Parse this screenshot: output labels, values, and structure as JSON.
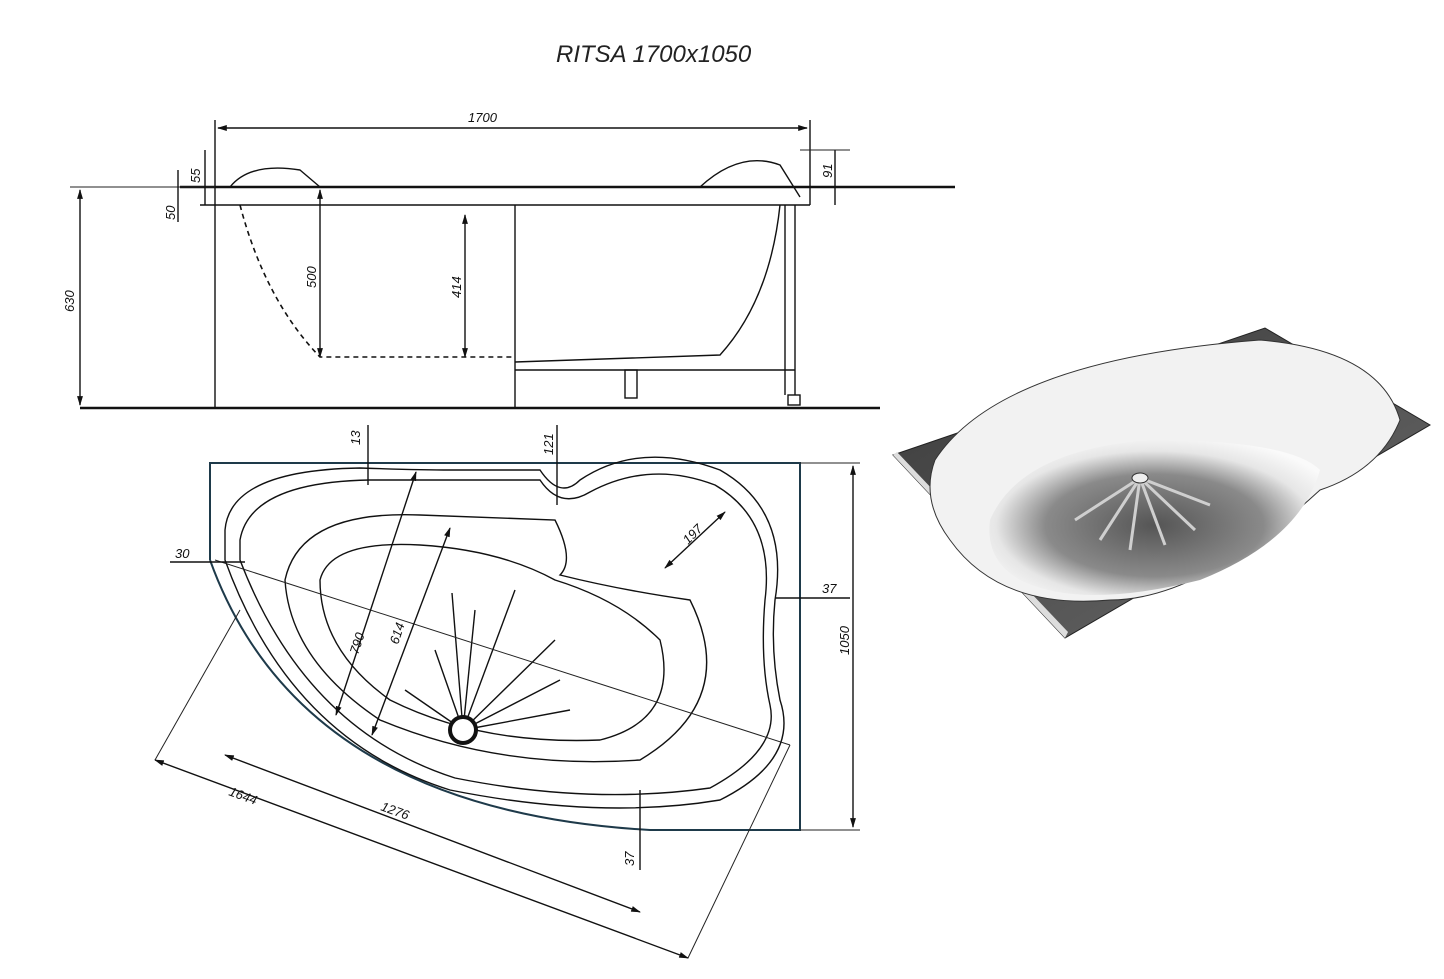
{
  "title": "RITSA 1700x1050",
  "side_view": {
    "length": "1700",
    "headrest_height": "55",
    "rim_thickness": "50",
    "right_height": "91",
    "total_height": "630",
    "depth": "500",
    "panel_depth": "414"
  },
  "plan_view": {
    "rim_top": "13",
    "notch": "121",
    "left_rim": "30",
    "seat": "197",
    "right_rim": "37",
    "width": "1050",
    "inner_width": "790",
    "bottom_width": "614",
    "diag_length": "1644",
    "inner_length": "1276",
    "bottom_rim": "37"
  }
}
